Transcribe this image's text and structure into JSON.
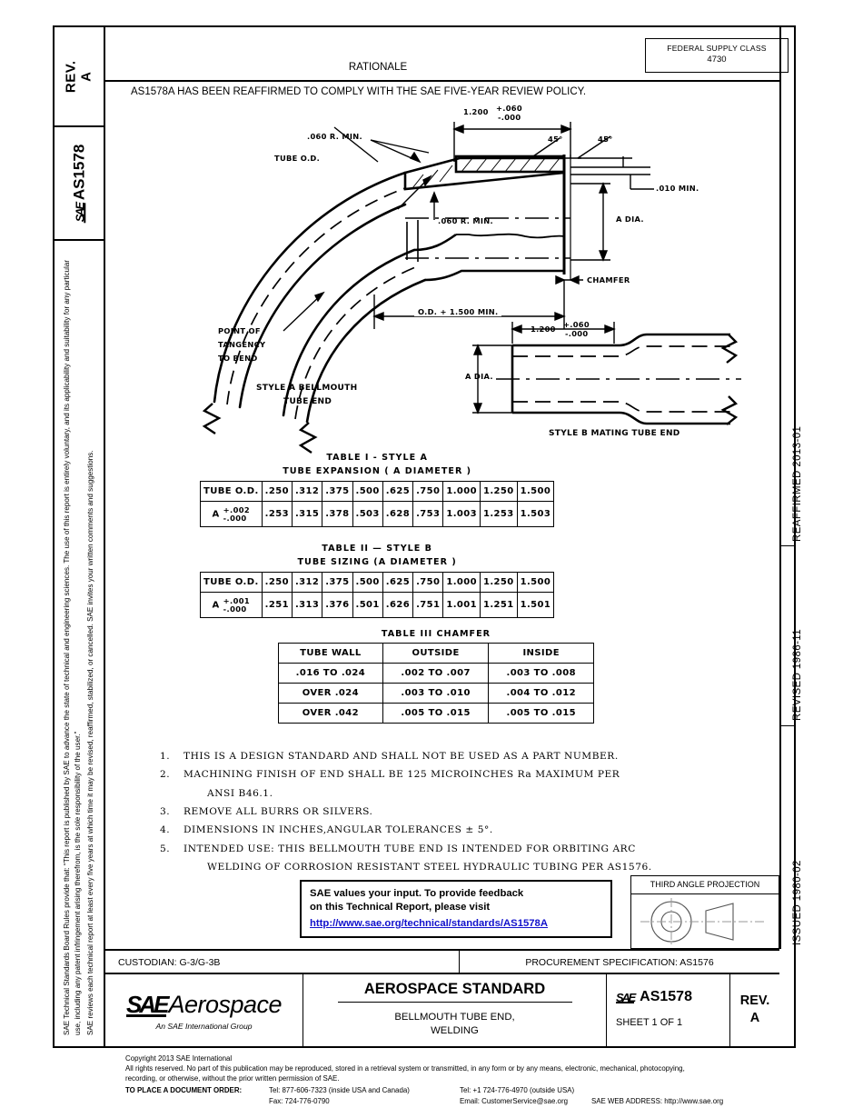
{
  "sidebar": {
    "rev_label": "REV.",
    "rev_value": "A",
    "doc_sae": "SAE",
    "doc_number": "AS1578",
    "legal_p1": "SAE Technical Standards Board Rules provide that: “This report is published by SAE to advance the state of technical and engineering sciences. The use of this report is entirely voluntary, and its applicability and suitability for any particular use, including any patent infringement arising therefrom, is the sole responsibility of the user.”",
    "legal_p2": "SAE reviews each technical report at least every five years at which time it may be revised, reaffirmed, stabilized, or cancelled. SAE invites your written comments and suggestions."
  },
  "dates": {
    "reaffirmed": "REAFFIRMED 2013-01",
    "revised": "REVISED 1986-11",
    "issued": "ISSUED 1980-02"
  },
  "header": {
    "fsc_label": "FEDERAL SUPPLY CLASS",
    "fsc_value": "4730",
    "rationale_title": "RATIONALE",
    "rationale_body": "AS1578A HAS BEEN REAFFIRMED TO COMPLY WITH THE SAE FIVE-YEAR REVIEW POLICY."
  },
  "drawing": {
    "style_a_caption_1": "STYLE A  BELLMOUTH",
    "style_a_caption_2": "TUBE END",
    "style_b_caption": "STYLE B  MATING TUBE END",
    "tube_od": "TUBE O.D.",
    "r_min_1": ".060  R. MIN.",
    "r_min_2": ".060 R. MIN.",
    "dim_1200": "1.200",
    "dim_1200_plus": "+.060",
    "dim_1200_minus": "-.000",
    "angle_45_a": "45°",
    "angle_45_b": "45°",
    "dim_010_min": ".010 MIN.",
    "a_dia": "A DIA.",
    "chamfer": "CHAMFER",
    "od_1500": "O.D. + 1.500 MIN.",
    "pot_1": "POINT OF",
    "pot_2": "TANGENCY",
    "pot_3": "TO BEND",
    "b_dim_1200": "1.200",
    "b_dim_plus": "+.060",
    "b_dim_minus": "-.000",
    "b_a_dia": "A  DIA."
  },
  "tables": [
    {
      "title": "TABLE I - STYLE A",
      "subtitle": "TUBE  EXPANSION ( A  DIAMETER )",
      "row_label_1": "TUBE  O.D.",
      "row_label_2": "A",
      "tol_plus": "+.002",
      "tol_minus": "-.000",
      "row1": [
        ".250",
        ".312",
        ".375",
        ".500",
        ".625",
        ".750",
        "1.000",
        "1.250",
        "1.500"
      ],
      "row2": [
        ".253",
        ".315",
        ".378",
        ".503",
        ".628",
        ".753",
        "1.003",
        "1.253",
        "1.503"
      ]
    },
    {
      "title": "TABLE II — STYLE  B",
      "subtitle": "TUBE  SIZING (A  DIAMETER )",
      "row_label_1": "TUBE  O.D.",
      "row_label_2": "A",
      "tol_plus": "+.001",
      "tol_minus": "-.000",
      "row1": [
        ".250",
        ".312",
        ".375",
        ".500",
        ".625",
        ".750",
        "1.000",
        "1.250",
        "1.500"
      ],
      "row2": [
        ".251",
        ".313",
        ".376",
        ".501",
        ".626",
        ".751",
        "1.001",
        "1.251",
        "1.501"
      ]
    }
  ],
  "table3": {
    "title": "TABLE III      CHAMFER",
    "headers": [
      "TUBE   WALL",
      "OUTSIDE",
      "INSIDE"
    ],
    "rows": [
      [
        ".016 TO .024",
        ".002 TO .007",
        ".003 TO .008"
      ],
      [
        "OVER   .024",
        ".003 TO .010",
        ".004 TO .012"
      ],
      [
        "OVER  .042",
        ".005 TO .015",
        ".005 TO .015"
      ]
    ]
  },
  "notes": [
    {
      "n": "1.",
      "text": "THIS IS A DESIGN STANDARD AND SHALL NOT BE USED AS A PART NUMBER."
    },
    {
      "n": "2.",
      "text": "MACHINING FINISH OF END SHALL BE 125 MICROINCHES Ra MAXIMUM PER",
      "cont": "ANSI B46.1."
    },
    {
      "n": "3.",
      "text": "REMOVE ALL BURRS OR SILVERS."
    },
    {
      "n": "4.",
      "text": "DIMENSIONS IN INCHES,ANGULAR TOLERANCES ± 5°."
    },
    {
      "n": "5.",
      "text": "INTENDED USE: THIS BELLMOUTH TUBE END IS INTENDED FOR ORBITING ARC",
      "cont": "WELDING OF CORROSION RESISTANT STEEL HYDRAULIC TUBING PER AS1576."
    }
  ],
  "feedback": {
    "line1": "SAE values your input. To provide feedback",
    "line2": "on this Technical Report, please visit",
    "link": "http://www.sae.org/technical/standards/AS1578A",
    "link_color": "#1111cc"
  },
  "projection": {
    "label": "THIRD ANGLE PROJECTION"
  },
  "titleblock": {
    "custodian": "CUSTODIAN: G-3/G-3B",
    "procurement": "PROCUREMENT SPECIFICATION: AS1576",
    "logo_sae": "SAE",
    "logo_aerospace": "Aerospace",
    "logo_sub": "An SAE International Group",
    "standard_title": "AEROSPACE STANDARD",
    "subtitle_1": "BELLMOUTH TUBE END,",
    "subtitle_2": "WELDING",
    "doc_sae": "SAE",
    "doc_number": "AS1578",
    "sheet": "SHEET 1 OF 1",
    "rev_label": "REV.",
    "rev_value": "A"
  },
  "copyright": {
    "line1": "Copyright 2013 SAE International",
    "line2": "All rights reserved. No part of this publication may be reproduced, stored in a retrieval system or transmitted, in any form or by any means, electronic, mechanical, photocopying,",
    "line3": "recording, or otherwise, without the prior written permission of SAE.",
    "order_label": "TO PLACE A DOCUMENT ORDER:",
    "tel_inside": "Tel: 877-606-7323 (inside USA and Canada)",
    "tel_outside": "Tel: +1 724-776-4970 (outside USA)",
    "fax": "Fax: 724-776-0790",
    "email": "Email: CustomerService@sae.org",
    "web": "SAE WEB ADDRESS: http://www.sae.org"
  }
}
